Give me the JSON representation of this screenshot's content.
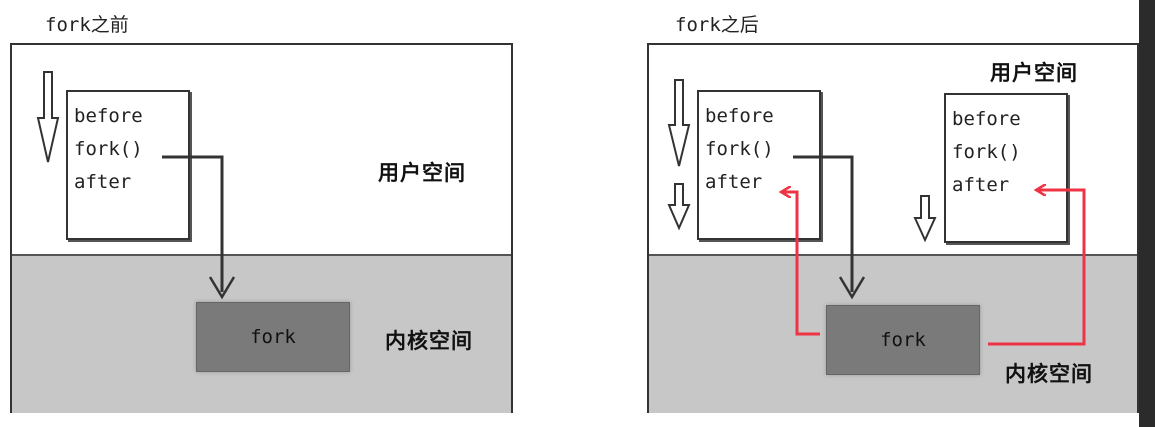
{
  "left_panel": {
    "title": "fork之前",
    "code_lines": [
      "before",
      "fork()",
      "after"
    ],
    "user_space_label": "用户空间",
    "kernel_space_label": "内核空间",
    "syscall_label": "fork"
  },
  "right_panel": {
    "title": "fork之后",
    "parent_code_lines": [
      "before",
      "fork()",
      "after"
    ],
    "child_code_lines": [
      "before",
      "fork()",
      "after"
    ],
    "user_space_label": "用户空间",
    "kernel_space_label": "内核空间",
    "syscall_label": "fork"
  },
  "colors": {
    "return_arrow": "#ee3344",
    "kernel_bg": "#c7c7c7",
    "syscall_box": "#7a7a7a"
  }
}
